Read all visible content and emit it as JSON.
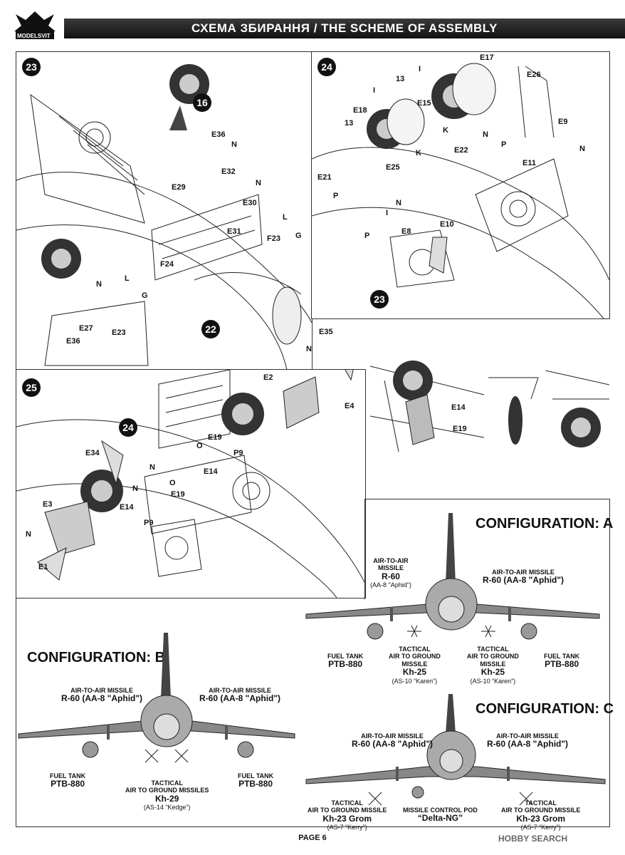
{
  "header": {
    "logo_text": "MODELSVIT",
    "title": "СХЕМА ЗБИРАННЯ / THE SCHEME OF ASSEMBLY"
  },
  "panel_23": {
    "step": "23",
    "sub_step": "16",
    "ref_step": "22",
    "labels": [
      "E36",
      "N",
      "E32",
      "N",
      "E29",
      "E30",
      "L",
      "F23",
      "G",
      "E31",
      "F24",
      "L",
      "G",
      "N",
      "E27",
      "E23",
      "E36"
    ]
  },
  "panel_24": {
    "step": "24",
    "ref_step": "23",
    "labels": [
      "E17",
      "I",
      "E26",
      "13",
      "E15",
      "I",
      "E18",
      "13",
      "K",
      "N",
      "E9",
      "K",
      "E22",
      "N",
      "P",
      "E11",
      "E25",
      "E21",
      "P",
      "N",
      "I",
      "E10",
      "E8",
      "P"
    ]
  },
  "panel_25": {
    "step": "25",
    "ref_step": "24",
    "labels": [
      "E35",
      "N",
      "E2",
      "E4",
      "E19",
      "O",
      "P9",
      "N",
      "E34",
      "E14",
      "N",
      "O",
      "E19",
      "P9",
      "E3",
      "E14",
      "N",
      "E1"
    ]
  },
  "detail": {
    "labels": [
      "E14",
      "E19"
    ]
  },
  "config_a": {
    "title": "CONFIGURATION: A",
    "left_aam": {
      "line1": "AIR-TO-AIR",
      "line2": "MISSILE",
      "name": "R-60",
      "code": "(AA-8 \"Aphid\")"
    },
    "right_aam": {
      "line1": "AIR-TO-AIR MISSILE",
      "name": "R-60 (AA-8 \"Aphid\")"
    },
    "left_tank": {
      "line1": "FUEL TANK",
      "name": "PTB-880"
    },
    "right_tank": {
      "line1": "FUEL TANK",
      "name": "PTB-880"
    },
    "left_agm": {
      "line1": "TACTICAL",
      "line2": "AIR TO GROUND",
      "line3": "MISSILE",
      "name": "Kh-25",
      "code": "(AS-10 “Karen”)"
    },
    "right_agm": {
      "line1": "TACTICAL",
      "line2": "AIR TO GROUND",
      "line3": "MISSILE",
      "name": "Kh-25",
      "code": "(AS-10 “Karen”)"
    }
  },
  "config_b": {
    "title": "CONFIGURATION: B",
    "left_aam": {
      "line1": "AIR-TO-AIR MISSILE",
      "name": "R-60 (AA-8 \"Aphid\")"
    },
    "right_aam": {
      "line1": "AIR-TO-AIR MISSILE",
      "name": "R-60 (AA-8 \"Aphid\")"
    },
    "left_tank": {
      "line1": "FUEL TANK",
      "name": "PTB-880"
    },
    "right_tank": {
      "line1": "FUEL TANK",
      "name": "PTB-880"
    },
    "agm": {
      "line1": "TACTICAL",
      "line2": "AIR TO GROUND MISSILES",
      "name": "Kh-29",
      "code": "(AS-14 “Kedge”)"
    }
  },
  "config_c": {
    "title": "CONFIGURATION: C",
    "left_aam": {
      "line1": "AIR-TO-AIR MISSILE",
      "name": "R-60 (AA-8 \"Aphid\")"
    },
    "right_aam": {
      "line1": "AIR-TO-AIR MISSILE",
      "name": "R-60 (AA-8 \"Aphid\")"
    },
    "left_agm": {
      "line1": "TACTICAL",
      "line2": "AIR TO GROUND MISSILE",
      "name": "Kh-23 Grom",
      "code": "(AS-7 “Kerry”)"
    },
    "pod": {
      "line1": "MISSILE CONTROL POD",
      "name": "“Delta-NG”"
    },
    "right_agm": {
      "line1": "TACTICAL",
      "line2": "AIR TO GROUND MISSILE",
      "name": "Kh-23 Grom",
      "code": "(AS-7 “Kerry”)"
    }
  },
  "footer": {
    "page": "PAGE 6",
    "watermark": "HOBBY SEARCH"
  }
}
